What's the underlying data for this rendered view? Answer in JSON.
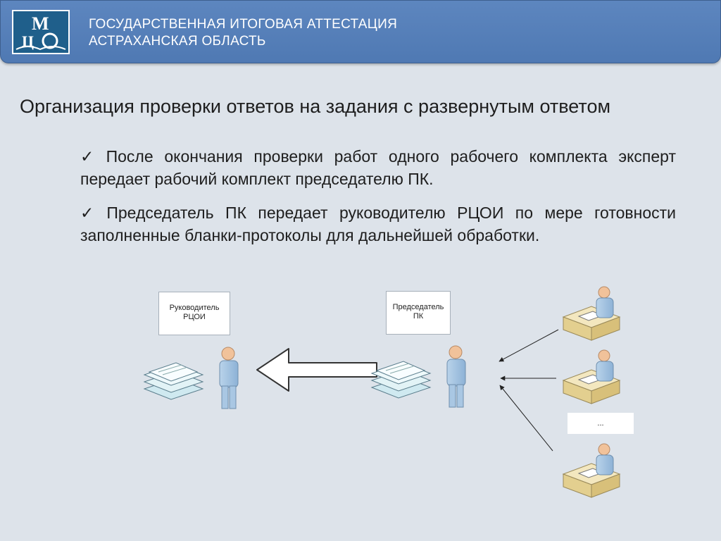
{
  "header": {
    "title_line1": "ГОСУДАРСТВЕННАЯ ИТОГОВАЯ АТТЕСТАЦИЯ",
    "title_line2": "АСТРАХАНСКАЯ ОБЛАСТЬ",
    "logo_text": "МЦО"
  },
  "slide": {
    "title": "Организация проверки ответов на задания с развернутым ответом",
    "bullets": [
      "После окончания проверки работ одного рабочего комплекта эксперт передает рабочий комплект председателю ПК.",
      "Председатель ПК передает руководителю РЦОИ по мере готовности заполненные бланки-протоколы для дальнейшей обработки."
    ],
    "check_mark": "✓"
  },
  "diagram": {
    "head_label_line1": "Руководитель",
    "head_label_line2": "РЦОИ",
    "chair_label_line1": "Председатель",
    "chair_label_line2": "ПК",
    "ellipsis": "..."
  }
}
